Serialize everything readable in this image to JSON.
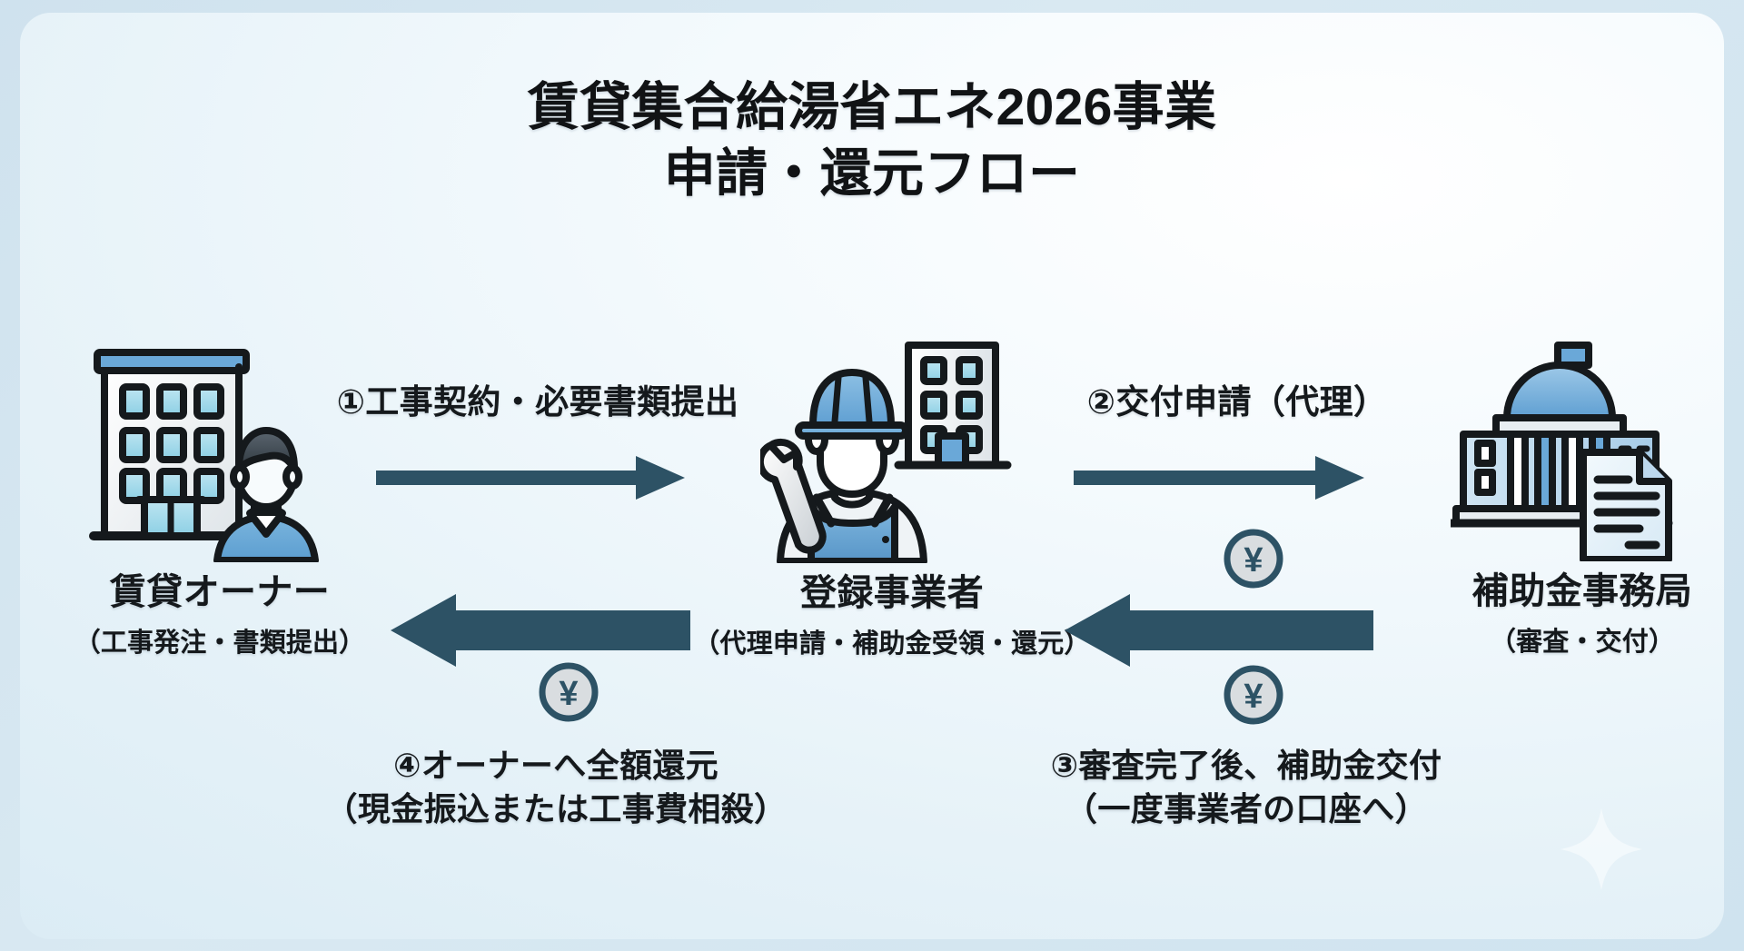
{
  "title": {
    "line1": "賃貸集合給湯省エネ2026事業",
    "line2": "申請・還元フロー"
  },
  "nodes": [
    {
      "id": "owner",
      "icon": "apartment-building-owner-icon",
      "title": "賃貸オーナー",
      "sub": "（工事発注・書類提出）"
    },
    {
      "id": "contractor",
      "icon": "construction-worker-icon",
      "title": "登録事業者",
      "sub": "（代理申請・補助金受領・還元）"
    },
    {
      "id": "office",
      "icon": "government-building-document-icon",
      "title": "補助金事務局",
      "sub": "（審査・交付）"
    }
  ],
  "arrows": [
    {
      "id": "step1",
      "number": "①",
      "label": "①工事契約・必要書類提出",
      "direction": "right",
      "style": "thin",
      "from": "owner",
      "to": "contractor"
    },
    {
      "id": "step2",
      "number": "②",
      "label": "②交付申請（代理）",
      "direction": "right",
      "style": "thin",
      "from": "contractor",
      "to": "office"
    },
    {
      "id": "step3",
      "number": "③",
      "label_line1": "③審査完了後、補助金交付",
      "label_line2": "（一度事業者の口座へ）",
      "direction": "left",
      "style": "thick",
      "from": "office",
      "to": "contractor"
    },
    {
      "id": "step4",
      "number": "④",
      "label_line1": "④オーナーへ全額還元",
      "label_line2": "（現金振込または工事費相殺）",
      "direction": "left",
      "style": "thick",
      "from": "contractor",
      "to": "owner"
    }
  ],
  "coins": [
    {
      "id": "coin-right-top",
      "glyph": "¥"
    },
    {
      "id": "coin-right-bot",
      "glyph": "¥"
    },
    {
      "id": "coin-left",
      "glyph": "¥"
    }
  ],
  "colors": {
    "arrow": "#2d5265",
    "accent_blue": "#6aa8d8",
    "light_blue": "#a8d8e8",
    "outline": "#15191c",
    "card_bg": "#eef6fa",
    "page_bg": "#d4e6f0"
  }
}
